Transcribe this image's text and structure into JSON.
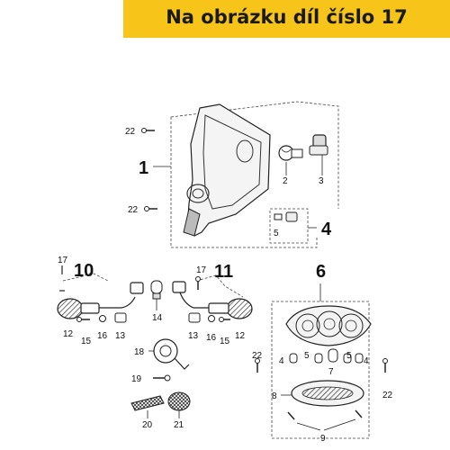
{
  "banner": {
    "text": "Na obrázku díl číslo 17",
    "color": "#f7c41a"
  },
  "callouts": {
    "c1": "1",
    "c2": "2",
    "c3": "3",
    "c4": "4",
    "c5": "5",
    "c6": "6",
    "c7": "7",
    "c8": "8",
    "c9": "9",
    "c10": "10",
    "c11": "11",
    "c12": "12",
    "c13": "13",
    "c14": "14",
    "c15": "15",
    "c16": "16",
    "c17": "17",
    "c18": "18",
    "c19": "19",
    "c20": "20",
    "c21": "21",
    "c22": "22"
  }
}
